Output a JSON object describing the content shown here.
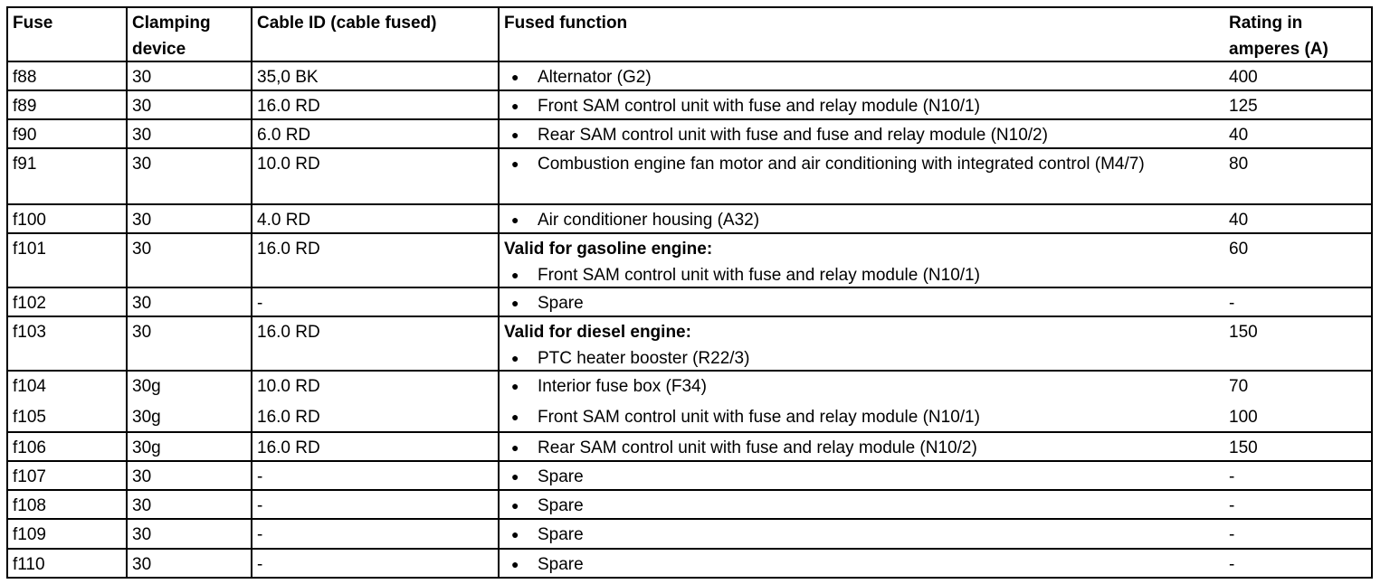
{
  "table": {
    "bullet_glyph": "●",
    "text_color": "#000000",
    "background_color": "#ffffff",
    "headers": {
      "fuse": "Fuse",
      "clamping": "Clamping device",
      "cable": "Cable ID (cable fused)",
      "function": "Fused function",
      "rating": "Rating in amperes (A)"
    },
    "rows": [
      {
        "fuse": "f88",
        "clamping": "30",
        "cable": "35,0 BK",
        "items": [
          "Alternator (G2)"
        ],
        "rating": "400"
      },
      {
        "fuse": "f89",
        "clamping": "30",
        "cable": "16.0 RD",
        "items": [
          "Front SAM control unit with fuse and relay module (N10/1)"
        ],
        "rating": "125"
      },
      {
        "fuse": "f90",
        "clamping": "30",
        "cable": "6.0 RD",
        "items": [
          "Rear SAM control unit with fuse and fuse and relay module (N10/2)"
        ],
        "rating": "40"
      },
      {
        "fuse": "f91",
        "clamping": "30",
        "cable": "10.0 RD",
        "items": [
          "Combustion engine fan motor and air conditioning with integrated control (M4/7)"
        ],
        "rating": "80"
      },
      {
        "fuse": "f100",
        "clamping": "30",
        "cable": "4.0 RD",
        "items": [
          "Air conditioner housing (A32)"
        ],
        "rating": "40"
      },
      {
        "fuse": "f101",
        "clamping": "30",
        "cable": "16.0 RD",
        "heading": "Valid for gasoline engine:",
        "items": [
          "Front SAM control unit with fuse and relay module (N10/1)"
        ],
        "rating": "60"
      },
      {
        "fuse": "f102",
        "clamping": "30",
        "cable": "-",
        "items": [
          "Spare"
        ],
        "rating": "-"
      },
      {
        "fuse": "f103",
        "clamping": "30",
        "cable": "16.0 RD",
        "heading": "Valid for diesel engine:",
        "items": [
          "PTC heater booster (R22/3)"
        ],
        "rating": "150"
      },
      {
        "fuse": "f104",
        "clamping": "30g",
        "cable": "10.0 RD",
        "items": [
          "Interior fuse box (F34)"
        ],
        "rating": "70"
      },
      {
        "fuse": "f105",
        "clamping": "30g",
        "cable": "16.0 RD",
        "items": [
          "Front SAM control unit with fuse and relay module (N10/1)"
        ],
        "rating": "100"
      },
      {
        "fuse": "f106",
        "clamping": "30g",
        "cable": "16.0 RD",
        "items": [
          "Rear SAM control unit with fuse and relay module (N10/2)"
        ],
        "rating": "150"
      },
      {
        "fuse": "f107",
        "clamping": "30",
        "cable": "-",
        "items": [
          "Spare"
        ],
        "rating": "-"
      },
      {
        "fuse": "f108",
        "clamping": "30",
        "cable": "-",
        "items": [
          "Spare"
        ],
        "rating": "-"
      },
      {
        "fuse": "f109",
        "clamping": "30",
        "cable": "-",
        "items": [
          "Spare"
        ],
        "rating": "-"
      },
      {
        "fuse": "f110",
        "clamping": "30",
        "cable": "-",
        "items": [
          "Spare"
        ],
        "rating": "-"
      }
    ]
  }
}
